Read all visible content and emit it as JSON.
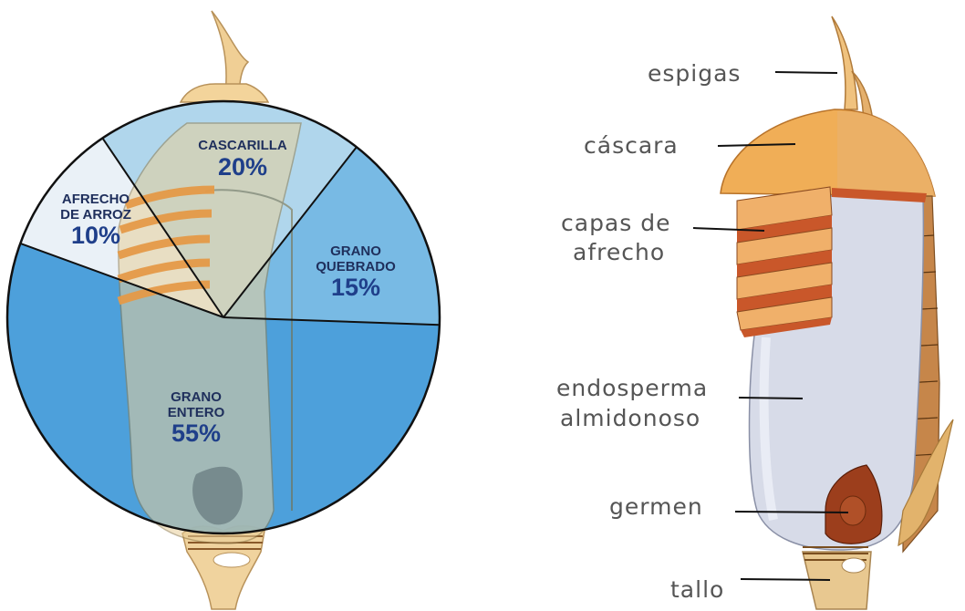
{
  "chart_data": {
    "type": "pie",
    "slices": [
      {
        "label_lines": [
          "CASCARILLA"
        ],
        "value": 20,
        "value_text": "20%",
        "color": "#a9d3ea"
      },
      {
        "label_lines": [
          "GRANO",
          "QUEBRADO"
        ],
        "value": 15,
        "value_text": "15%",
        "color": "#6cb4e2"
      },
      {
        "label_lines": [
          "GRANO",
          "ENTERO"
        ],
        "value": 55,
        "value_text": "55%",
        "color": "#3e98d8"
      },
      {
        "label_lines": [
          "AFRECHO",
          "DE ARROZ"
        ],
        "value": 10,
        "value_text": "10%",
        "color": "#e8f0f6"
      }
    ]
  },
  "anatomy": {
    "labels": [
      {
        "id": "espigas",
        "lines": [
          "espigas"
        ]
      },
      {
        "id": "cascara",
        "lines": [
          "cáscara"
        ]
      },
      {
        "id": "capas",
        "lines": [
          "capas de",
          "afrecho"
        ]
      },
      {
        "id": "endosperma",
        "lines": [
          "endosperma",
          "almidonoso"
        ]
      },
      {
        "id": "germen",
        "lines": [
          "germen"
        ]
      },
      {
        "id": "tallo",
        "lines": [
          "tallo"
        ]
      }
    ]
  },
  "colors": {
    "husk": "#f0ae57",
    "husk_dark": "#d98a3a",
    "bran": "#c9572a",
    "endosperm": "#d7dbe8",
    "germ": "#9c3e1c",
    "stem": "#e8c890",
    "pie_outline": "#111111"
  }
}
